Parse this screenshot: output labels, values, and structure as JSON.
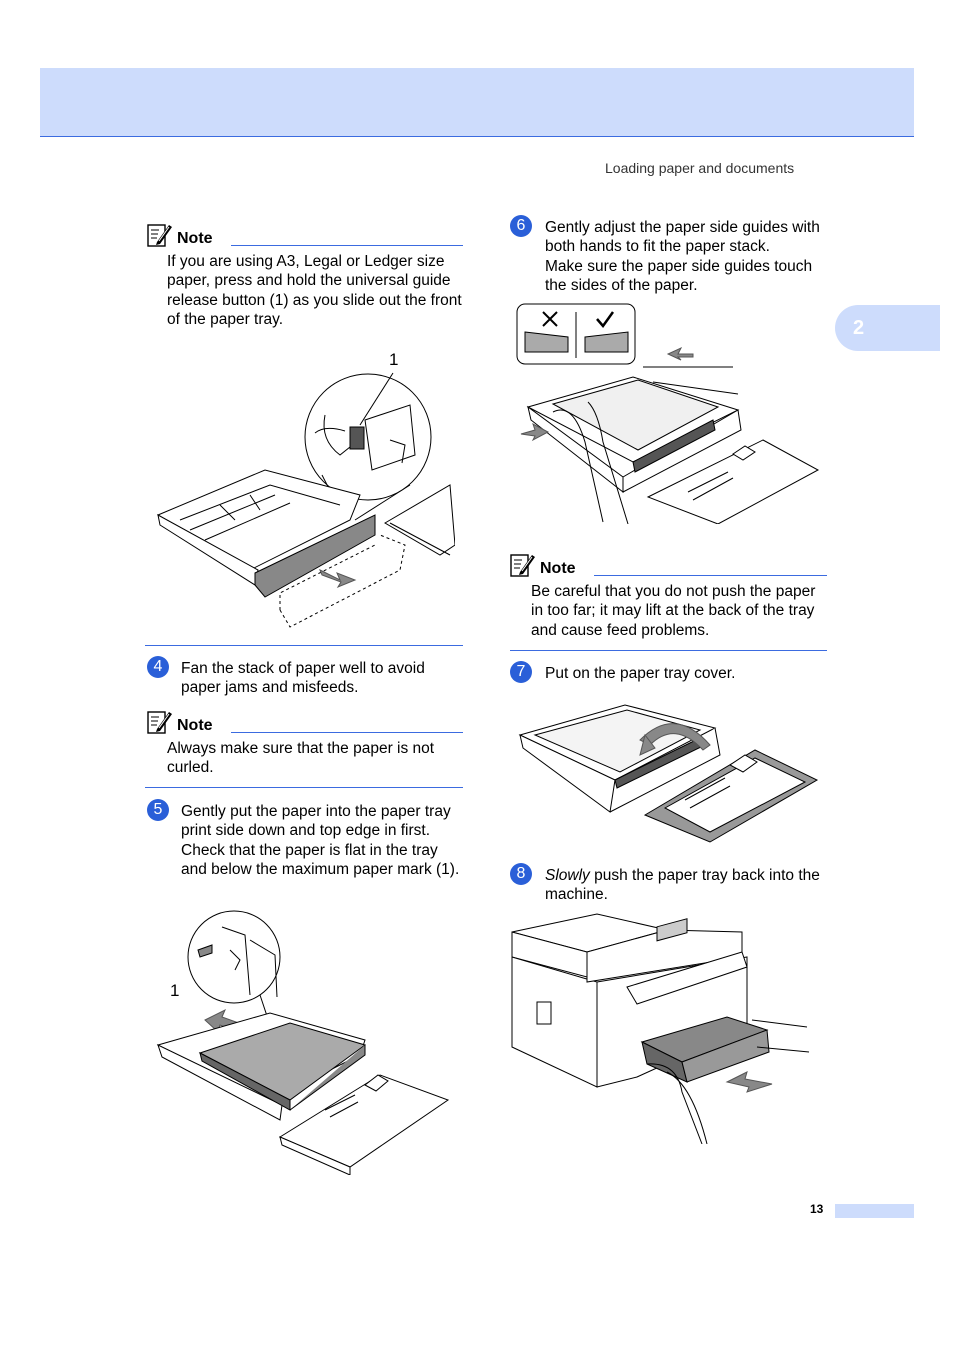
{
  "header": {
    "running_head": "Loading paper and documents",
    "chapter_tab": "2"
  },
  "left": {
    "note1": {
      "title": "Note",
      "text": "If you are using A3, Legal or Ledger size paper, press and hold the universal guide release button (1) as you slide out the front of the paper tray.",
      "figure_callout": "1"
    },
    "step4": {
      "number": "4",
      "text": "Fan the stack of paper well to avoid paper jams and misfeeds."
    },
    "note2": {
      "title": "Note",
      "text": "Always make sure that the paper is not curled."
    },
    "step5": {
      "number": "5",
      "text": "Gently put the paper into the paper tray print side down and top edge in first. Check that the paper is flat in the tray and below the maximum paper mark (1).",
      "figure_callout": "1"
    }
  },
  "right": {
    "step6": {
      "number": "6",
      "text1": "Gently adjust the paper side guides with both hands to fit the paper stack.",
      "text2": "Make sure the paper side guides touch the sides of the paper."
    },
    "note3": {
      "title": "Note",
      "text": "Be careful that you do not push the paper in too far; it may lift at the back of the tray and cause feed problems."
    },
    "step7": {
      "number": "7",
      "text": "Put on the paper tray cover."
    },
    "step8": {
      "number": "8",
      "text_italic": "Slowly",
      "text_rest": " push the paper tray back into the machine."
    }
  },
  "footer": {
    "page_number": "13"
  },
  "colors": {
    "accent_blue": "#2a5fd8",
    "band_blue": "#cddcfc",
    "rule_blue": "#3b6be0"
  },
  "icons": [
    "note-pencil-icon",
    "check-mark-icon",
    "cross-mark-icon",
    "arrow-icon"
  ]
}
